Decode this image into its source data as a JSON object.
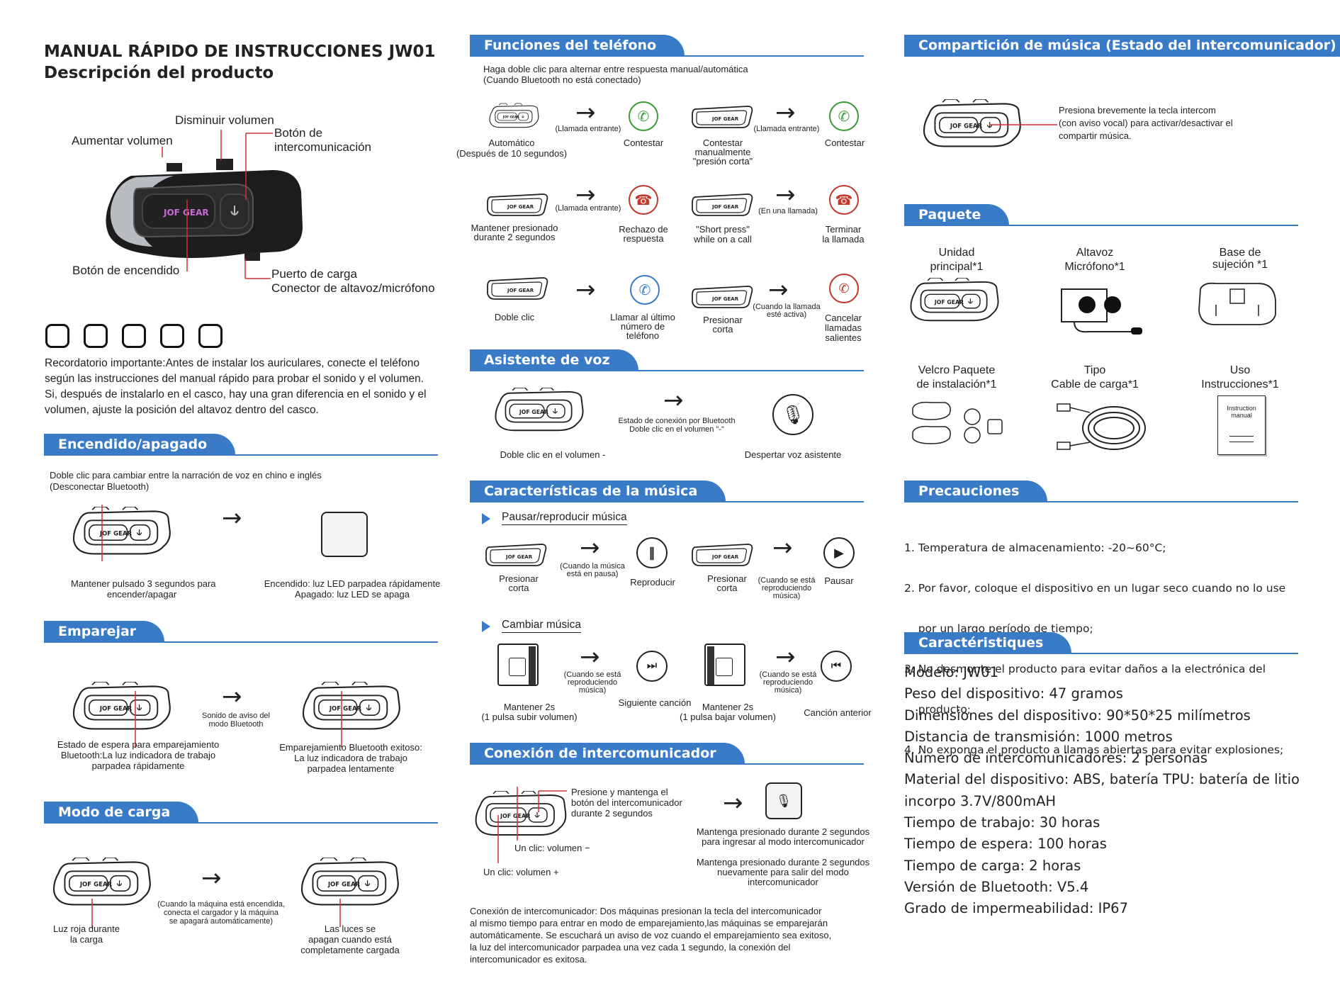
{
  "left": {
    "title1": "MANUAL RÁPIDO DE INSTRUCCIONES JW01",
    "title2": "Descripción del producto",
    "labels": {
      "vol_up": "Aumentar volumen",
      "vol_down": "Disminuir volumen",
      "intercom_l1": "Botón de",
      "intercom_l2": "intercomunicación",
      "power": "Botón de encendido",
      "charge_l1": "Puerto de carga",
      "charge_l2": "Conector de altavoz/micrófono"
    },
    "reminder": [
      "Recordatorio importante:Antes de instalar los auriculares, conecte el teléfono",
      "según las instrucciones del manual rápido para probar el sonido y el volumen.",
      "Si, después de instalarlo en el casco, hay una gran diferencia en el sonido y el",
      "volumen, ajuste la posición del altavoz dentro del casco."
    ],
    "power_section": {
      "header": "Encendido/apagado",
      "note_l1": "Doble clic para cambiar entre la narración de voz en chino e inglés",
      "note_l2": "(Desconectar Bluetooth)",
      "cap1_l1": "Mantener pulsado 3 segundos para",
      "cap1_l2": "encender/apagar",
      "cap2_l1": "Encendido: luz LED parpadea rápidamente",
      "cap2_l2": "Apagado: luz LED se apaga"
    },
    "pair_section": {
      "header": "Emparejar",
      "mid_l1": "Sonido de aviso del",
      "mid_l2": "modo Bluetooth",
      "cap1_l1": "Estado de espera para emparejamiento",
      "cap1_l2": "Bluetooth:La luz indicadora de trabajo",
      "cap1_l3": "parpadea rápidamente",
      "cap2_l1": "Emparejamiento Bluetooth exitoso:",
      "cap2_l2": "La luz indicadora de trabajo",
      "cap2_l3": "parpadea lentamente"
    },
    "charge_section": {
      "header": "Modo de carga",
      "mid_l1": "(Cuando la máquina está encendida,",
      "mid_l2": "conecta el cargador y la máquina",
      "mid_l3": "se apagará automáticamente)",
      "cap1_l1": "Luz roja durante",
      "cap1_l2": "la carga",
      "cap2_l1": "Las luces se",
      "cap2_l2": "apagan cuando está",
      "cap2_l3": "completamente cargada"
    }
  },
  "middle": {
    "phone": {
      "header": "Funciones del teléfono",
      "note_l1": "Haga doble clic para alternar entre respuesta manual/automática",
      "note_l2": "(Cuando Bluetooth no está conectado)",
      "incoming": "(Llamada entrante)",
      "on_call": "(En una llamada)",
      "auto_l1": "Automático",
      "auto_l2": "(Después de 10 segundos)",
      "answer": "Contestar",
      "manual_l1": "Contestar",
      "manual_l2": "manualmente",
      "manual_l3": "\"presión corta\"",
      "hold_l1": "Mantener presionado",
      "hold_l2": "durante 2 segundos",
      "reject_l1": "Rechazo de",
      "reject_l2": "respuesta",
      "short_l1": "\"Short press\"",
      "short_l2": "while on a call",
      "end_l1": "Terminar",
      "end_l2": "la llamada",
      "double": "Doble clic",
      "redial_l1": "Llamar al último",
      "redial_l2": "número de",
      "redial_l3": "teléfono",
      "press_l1": "Presionar",
      "press_l2": "corta",
      "active_l1": "(Cuando la llamada",
      "active_l2": "esté activa)",
      "cancel_l1": "Cancelar",
      "cancel_l2": "llamadas",
      "cancel_l3": "salientes"
    },
    "voice": {
      "header": "Asistente de voz",
      "mid_l1": "Estado de conexión por Bluetooth",
      "mid_l2": "Doble clic en el volumen \"-\"",
      "cap1": "Doble clic en el volumen -",
      "cap2": "Despertar voz asistente"
    },
    "music": {
      "header": "Características de la música",
      "sub1": "Pausar/reproducir música",
      "press_l1": "Presionar",
      "press_l2": "corta",
      "paused_l1": "(Cuando la música",
      "paused_l2": "está en pausa)",
      "play": "Reproducir",
      "playing_l1": "(Cuando se está",
      "playing_l2": "reproduciendo",
      "playing_l3": "música)",
      "pause": "Pausar",
      "sub2": "Cambiar música",
      "hold_up_l1": "Mantener 2s",
      "hold_up_l2": "(1 pulsa subir volumen)",
      "next": "Siguiente canción",
      "hold_down_l1": "Mantener 2s",
      "hold_down_l2": "(1 pulsa bajar volumen)",
      "prev": "Canción anterior"
    },
    "intercom": {
      "header": "Conexión de intercomunicador",
      "press_l1": "Presione y mantenga el",
      "press_l2": "botón del intercomunicador",
      "press_l3": "durante 2 segundos",
      "vol_down": "Un clic: volumen −",
      "vol_up": "Un clic: volumen +",
      "enter_l1": "Mantenga presionado durante 2 segundos",
      "enter_l2": "para ingresar al modo intercomunicador",
      "exit_l1": "Mantenga presionado durante 2 segundos",
      "exit_l2": "nuevamente para salir del modo",
      "exit_l3": "intercomunicador",
      "desc": [
        "Conexión de intercomunicador: Dos máquinas presionan la tecla del intercomunicador",
        "al mismo tiempo para entrar en modo de emparejamiento,las máquinas se emparejarán",
        "automáticamente. Se escuchará un aviso de voz cuando el emparejamiento sea exitoso,",
        "la luz del intercomunicador parpadea una vez cada 1 segundo, la conexión del",
        "intercomunicador es exitosa."
      ]
    }
  },
  "right": {
    "share": {
      "header": "Compartición de música (Estado del intercomunicador)",
      "l1": "Presiona brevemente la tecla intercom",
      "l2": "(con aviso vocal) para activar/desactivar el",
      "l3": "compartir música."
    },
    "package": {
      "header": "Paquete",
      "unit_l1": "Unidad",
      "unit_l2": "principal*1",
      "spk_l1": "Altavoz",
      "spk_l2": "Micrófono*1",
      "base_l1": "Base de",
      "base_l2": "sujeción *1",
      "velcro_l1": "Velcro Paquete",
      "velcro_l2": "de instalación*1",
      "cable_l1": "Tipo",
      "cable_l2": "Cable de carga*1",
      "manual_l1": "Uso",
      "manual_l2": "Instrucciones*1",
      "booklet_l1": "Instruction",
      "booklet_l2": "manual"
    },
    "precautions": {
      "header": "Precauciones",
      "items": [
        "1. Temperatura de almacenamiento: -20~60°C;",
        "2. Por favor, coloque el dispositivo en un lugar seco cuando no lo use",
        "    por un largo período de tiempo;",
        "3. No desmonte el producto para evitar daños a la electrónica del",
        "    producto;",
        "4. No exponga el producto a llamas abiertas para evitar explosiones;"
      ]
    },
    "specs": {
      "header": "Caractéristiques",
      "items": [
        "Modelo: JW01",
        "Peso del dispositivo: 47 gramos",
        "Dimensiones del dispositivo: 90*50*25 milímetros",
        "Distancia de transmisión: 1000 metros",
        "Número de intercomunicadores: 2 personas",
        "Material del dispositivo: ABS, batería TPU: batería de litio",
        "incorpo 3.7V/800mAH",
        "Tiempo de trabajo: 30 horas",
        "Tiempo de espera: 100 horas",
        "Tiempo de carga: 2 horas",
        "Versión de Bluetooth: V5.4",
        "Grado de impermeabilidad: IP67"
      ]
    }
  },
  "brand": "JOF GEAR",
  "colors": {
    "accent": "#3a7bc8",
    "green": "#3a9a3a",
    "red": "#c0392b",
    "blue": "#3a7bc8"
  }
}
